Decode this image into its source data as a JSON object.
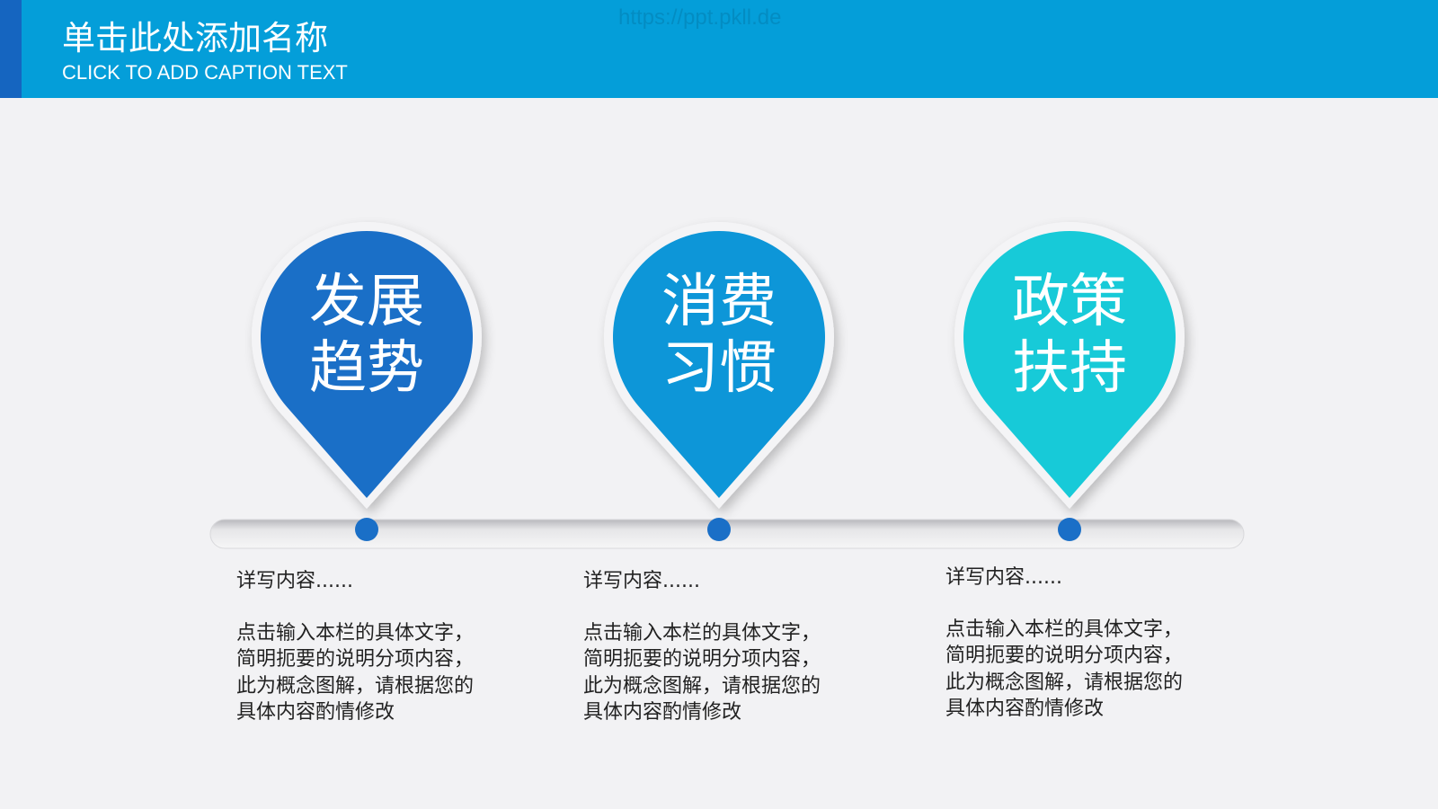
{
  "header": {
    "title": "单击此处添加名称",
    "caption": "CLICK TO ADD CAPTION TEXT",
    "watermark": "https://ppt.pkll.de"
  },
  "colors": {
    "header": "#049ed9",
    "strip": "#1565c0"
  },
  "pins": [
    {
      "line1": "发展",
      "line2": "趋势",
      "color": "#1a6fc7",
      "heading": "详写内容......",
      "body": [
        "点击输入本栏的具体文字，",
        "简明扼要的说明分项内容，",
        "此为概念图解，请根据您的",
        "具体内容酌情修改"
      ]
    },
    {
      "line1": "消费",
      "line2": "习惯",
      "color": "#0d96d8",
      "heading": "详写内容......",
      "body": [
        "点击输入本栏的具体文字，",
        "简明扼要的说明分项内容，",
        "此为概念图解，请根据您的",
        "具体内容酌情修改"
      ]
    },
    {
      "line1": "政策",
      "line2": "扶持",
      "color": "#17cad8",
      "heading": "详写内容......",
      "body": [
        "点击输入本栏的具体文字，",
        "简明扼要的说明分项内容，",
        "此为概念图解，请根据您的",
        "具体内容酌情修改"
      ]
    }
  ],
  "dot_color": "#1a6fc7"
}
